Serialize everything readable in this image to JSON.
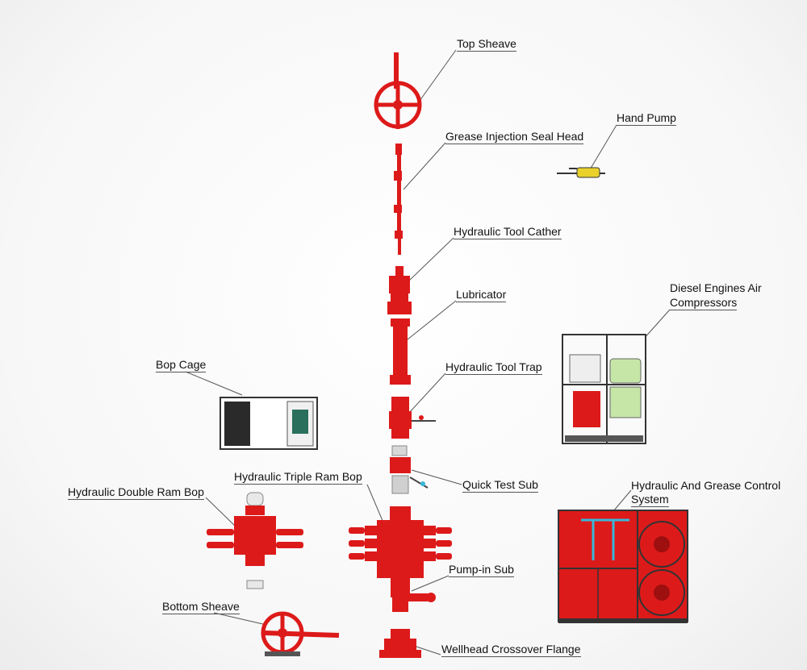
{
  "colors": {
    "equipment": "#dd1a1a",
    "equipment_dark": "#9e0f0f",
    "frame": "#3a3a3a",
    "hand_pump": "#e9d12a",
    "label_line": "#555555",
    "panel_cyan": "#39b7d9",
    "tank_green": "#c6e6a8"
  },
  "labels": {
    "top_sheave": "Top Sheave",
    "grease_injection_seal_head": "Grease Injection Seal Head",
    "hand_pump": "Hand Pump",
    "hydraulic_tool_catcher": "Hydraulic Tool Cather",
    "lubricator": "Lubricator",
    "diesel_engines_air_compressors_line1": "Diesel Engines Air",
    "diesel_engines_air_compressors_line2": "Compressors",
    "hydraulic_tool_trap": "Hydraulic Tool Trap",
    "bop_cage": "Bop Cage",
    "quick_test_sub": "Quick Test Sub",
    "hydraulic_triple_ram_bop": "Hydraulic Triple Ram Bop",
    "hydraulic_and_grease_control_system_line1": "Hydraulic And Grease Control",
    "hydraulic_and_grease_control_system_line2": "System",
    "hydraulic_double_ram_bop": "Hydraulic Double Ram Bop",
    "pump_in_sub": "Pump-in Sub",
    "bottom_sheave": "Bottom Sheave",
    "wellhead_crossover_flange": "Wellhead Crossover Flange"
  }
}
